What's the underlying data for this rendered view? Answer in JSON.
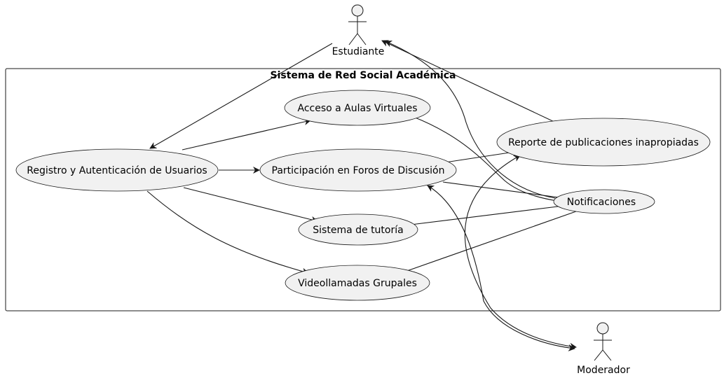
{
  "system": {
    "title": "Sistema de Red Social Académica"
  },
  "actors": {
    "estudiante": "Estudiante",
    "moderador": "Moderador"
  },
  "use_cases": {
    "registro": "Registro y Autenticación de Usuarios",
    "aulas": "Acceso a Aulas Virtuales",
    "foros": "Participación en Foros de Discusión",
    "tutoria": "Sistema de tutoría",
    "video": "Videollamadas Grupales",
    "reporte": "Reporte de publicaciones inapropiadas",
    "notificaciones": "Notificaciones"
  },
  "colors": {
    "use_case_fill": "#f1f1f1",
    "stroke": "#181818",
    "background": "#ffffff"
  }
}
